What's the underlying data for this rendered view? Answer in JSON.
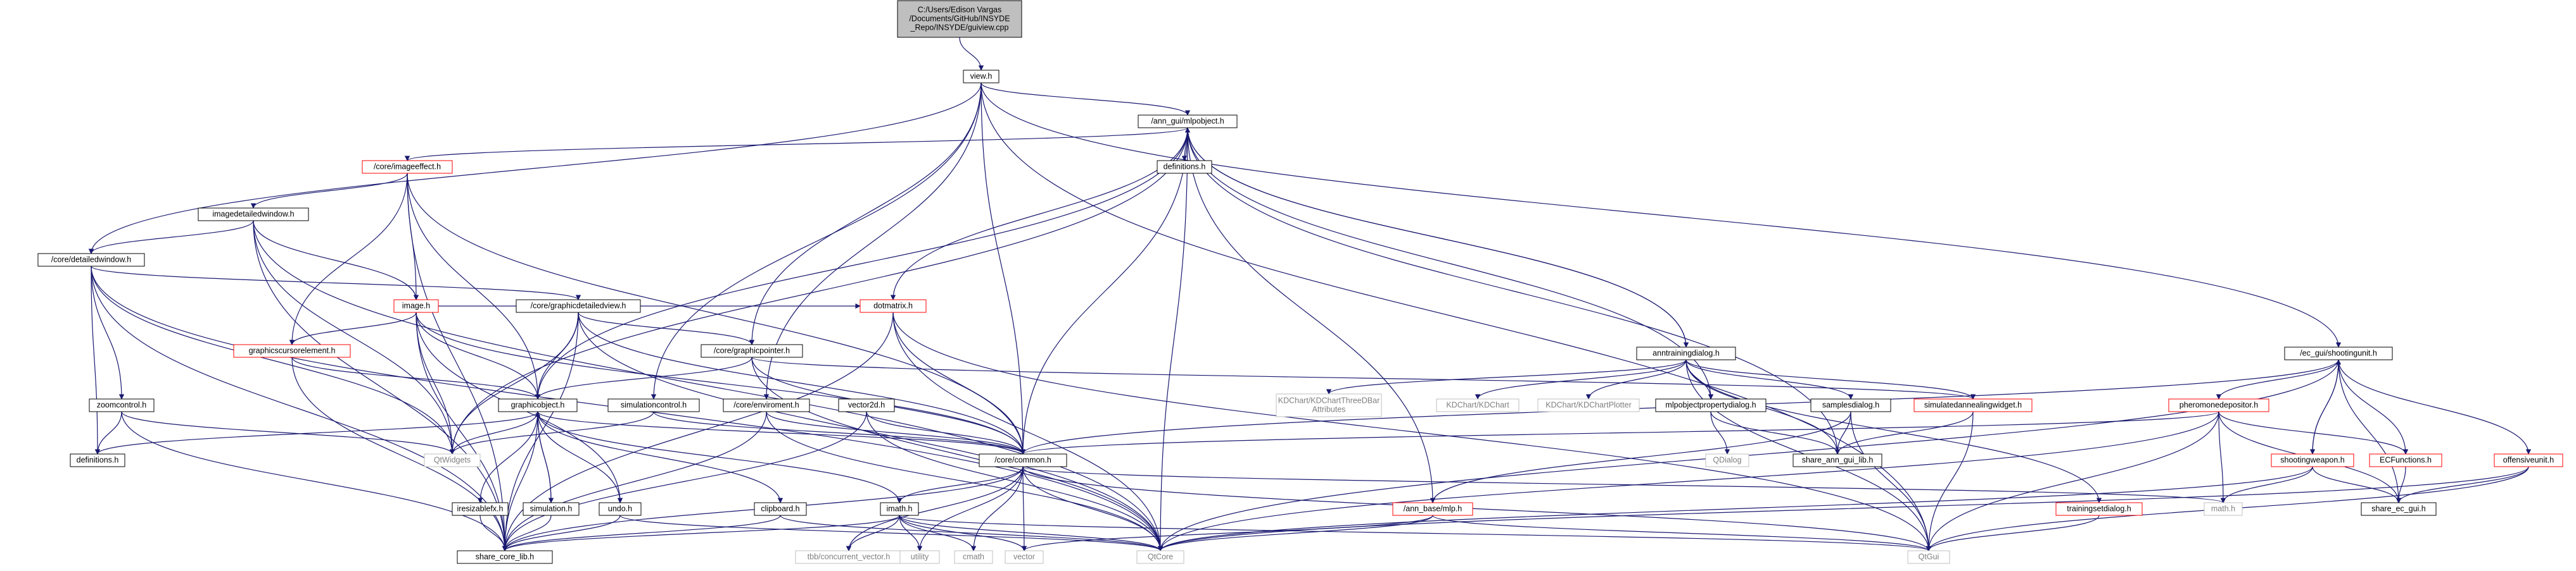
{
  "graph": {
    "colors": {
      "edge": "#191970",
      "normal_border": "#000000",
      "missing_border": "#ff0000",
      "system_border": "#bfbfbf",
      "system_text": "#7f7f7f",
      "root_fill": "#bfbfbf"
    },
    "nodes": [
      {
        "id": "root",
        "lines": [
          "C:/Users/Edison Vargas",
          "/Documents/GitHub/INSYDE",
          "_Repo/INSYDE/guiview.cpp"
        ],
        "kind": "root"
      },
      {
        "id": "viewh",
        "lines": [
          "view.h"
        ],
        "kind": "normal"
      },
      {
        "id": "mlpobject",
        "lines": [
          "/ann_gui/mlpobject.h"
        ],
        "kind": "normal"
      },
      {
        "id": "shootingunit",
        "lines": [
          "/ec_gui/shootingunit.h"
        ],
        "kind": "normal"
      },
      {
        "id": "imageeffect",
        "lines": [
          "/core/imageeffect.h"
        ],
        "kind": "missing"
      },
      {
        "id": "definitions1",
        "lines": [
          "definitions.h"
        ],
        "kind": "normal"
      },
      {
        "id": "imagedetailedwindow",
        "lines": [
          "imagedetailedwindow.h"
        ],
        "kind": "normal"
      },
      {
        "id": "detailedwindow",
        "lines": [
          "/core/detailedwindow.h"
        ],
        "kind": "normal"
      },
      {
        "id": "imageh",
        "lines": [
          "image.h"
        ],
        "kind": "missing"
      },
      {
        "id": "graphicdetailedview",
        "lines": [
          "/core/graphicdetailedview.h"
        ],
        "kind": "normal"
      },
      {
        "id": "graphicscursorelement",
        "lines": [
          "graphicscursorelement.h"
        ],
        "kind": "missing"
      },
      {
        "id": "graphicpointer",
        "lines": [
          "/core/graphicpointer.h"
        ],
        "kind": "normal"
      },
      {
        "id": "dotmatrix",
        "lines": [
          "dotmatrix.h"
        ],
        "kind": "missing"
      },
      {
        "id": "anntrainingdialog",
        "lines": [
          "anntrainingdialog.h"
        ],
        "kind": "normal"
      },
      {
        "id": "zoomcontrol",
        "lines": [
          "zoomcontrol.h"
        ],
        "kind": "normal"
      },
      {
        "id": "graphicobject",
        "lines": [
          "graphicobject.h"
        ],
        "kind": "normal"
      },
      {
        "id": "simulationcontrol",
        "lines": [
          "simulationcontrol.h"
        ],
        "kind": "normal"
      },
      {
        "id": "enviroment",
        "lines": [
          "/core/enviroment.h"
        ],
        "kind": "normal"
      },
      {
        "id": "vector2d",
        "lines": [
          "vector2d.h"
        ],
        "kind": "normal"
      },
      {
        "id": "kdchartbar",
        "lines": [
          "KDChart/KDChartThreeDBar",
          "Attributes"
        ],
        "kind": "system"
      },
      {
        "id": "kdchart",
        "lines": [
          "KDChart/KDChart"
        ],
        "kind": "system"
      },
      {
        "id": "kdchartplotter",
        "lines": [
          "KDChart/KDChartPlotter"
        ],
        "kind": "system"
      },
      {
        "id": "mlpobjectpropertydialog",
        "lines": [
          "mlpobjectpropertydialog.h"
        ],
        "kind": "normal"
      },
      {
        "id": "samplesdialog",
        "lines": [
          "samplesdialog.h"
        ],
        "kind": "normal"
      },
      {
        "id": "simulatedannealing",
        "lines": [
          "simulatedannealingwidget.h"
        ],
        "kind": "missing"
      },
      {
        "id": "pheromonedepositor",
        "lines": [
          "pheromonedepositor.h"
        ],
        "kind": "missing"
      },
      {
        "id": "definitions2",
        "lines": [
          "definitions.h"
        ],
        "kind": "normal"
      },
      {
        "id": "qtwidgets",
        "lines": [
          "QtWidgets"
        ],
        "kind": "system"
      },
      {
        "id": "corecommon",
        "lines": [
          "/core/common.h"
        ],
        "kind": "normal"
      },
      {
        "id": "qdialog",
        "lines": [
          "QDialog"
        ],
        "kind": "system"
      },
      {
        "id": "shareanngui",
        "lines": [
          "share_ann_gui_lib.h"
        ],
        "kind": "normal"
      },
      {
        "id": "shootingweapon",
        "lines": [
          "shootingweapon.h"
        ],
        "kind": "missing"
      },
      {
        "id": "ecfunctions",
        "lines": [
          "ECFunctions.h"
        ],
        "kind": "missing"
      },
      {
        "id": "offensiveunit",
        "lines": [
          "offensiveunit.h"
        ],
        "kind": "missing"
      },
      {
        "id": "iresizablefx",
        "lines": [
          "iresizablefx.h"
        ],
        "kind": "normal"
      },
      {
        "id": "simulationh",
        "lines": [
          "simulation.h"
        ],
        "kind": "normal"
      },
      {
        "id": "undoh",
        "lines": [
          "undo.h"
        ],
        "kind": "normal"
      },
      {
        "id": "clipboard",
        "lines": [
          "clipboard.h"
        ],
        "kind": "normal"
      },
      {
        "id": "imath",
        "lines": [
          "imath.h"
        ],
        "kind": "normal"
      },
      {
        "id": "annbasemlp",
        "lines": [
          "/ann_base/mlp.h"
        ],
        "kind": "missing"
      },
      {
        "id": "trainingsetdialog",
        "lines": [
          "trainingsetdialog.h"
        ],
        "kind": "missing"
      },
      {
        "id": "mathh",
        "lines": [
          "math.h"
        ],
        "kind": "system"
      },
      {
        "id": "shareecgui",
        "lines": [
          "share_ec_gui.h"
        ],
        "kind": "normal"
      },
      {
        "id": "sharecorelib",
        "lines": [
          "share_core_lib.h"
        ],
        "kind": "normal"
      },
      {
        "id": "tbbvector",
        "lines": [
          "tbb/concurrent_vector.h"
        ],
        "kind": "system"
      },
      {
        "id": "utility",
        "lines": [
          "utility"
        ],
        "kind": "system"
      },
      {
        "id": "cmath",
        "lines": [
          "cmath"
        ],
        "kind": "system"
      },
      {
        "id": "vector",
        "lines": [
          "vector"
        ],
        "kind": "system"
      },
      {
        "id": "qtcore",
        "lines": [
          "QtCore"
        ],
        "kind": "system"
      },
      {
        "id": "qtgui",
        "lines": [
          "QtGui"
        ],
        "kind": "system"
      }
    ],
    "edges": [
      [
        "root",
        "viewh"
      ],
      [
        "viewh",
        "mlpobject"
      ],
      [
        "viewh",
        "shootingunit"
      ],
      [
        "viewh",
        "detailedwindow"
      ],
      [
        "viewh",
        "graphicpointer"
      ],
      [
        "viewh",
        "corecommon"
      ],
      [
        "viewh",
        "simulationcontrol"
      ],
      [
        "viewh",
        "enviroment"
      ],
      [
        "viewh",
        "qtgui"
      ],
      [
        "mlpobject",
        "imageeffect"
      ],
      [
        "mlpobject",
        "definitions1"
      ],
      [
        "mlpobject",
        "dotmatrix"
      ],
      [
        "mlpobject",
        "anntrainingdialog"
      ],
      [
        "mlpobject",
        "graphicobject"
      ],
      [
        "mlpobject",
        "mlpobjectpropertydialog"
      ],
      [
        "mlpobject",
        "corecommon"
      ],
      [
        "mlpobject",
        "qtwidgets"
      ],
      [
        "mlpobject",
        "qtcore"
      ],
      [
        "mlpobject",
        "shareanngui"
      ],
      [
        "mlpobject",
        "annbasemlp"
      ],
      [
        "imageeffect",
        "imagedetailedwindow"
      ],
      [
        "imageeffect",
        "imageh"
      ],
      [
        "imageeffect",
        "graphicscursorelement"
      ],
      [
        "imageeffect",
        "graphicobject"
      ],
      [
        "imageeffect",
        "corecommon"
      ],
      [
        "imageeffect",
        "sharecorelib"
      ],
      [
        "imagedetailedwindow",
        "detailedwindow"
      ],
      [
        "imagedetailedwindow",
        "imageh"
      ],
      [
        "imagedetailedwindow",
        "qtwidgets"
      ],
      [
        "imagedetailedwindow",
        "sharecorelib"
      ],
      [
        "imagedetailedwindow",
        "qtcore"
      ],
      [
        "detailedwindow",
        "graphicdetailedview"
      ],
      [
        "detailedwindow",
        "zoomcontrol"
      ],
      [
        "detailedwindow",
        "definitions2"
      ],
      [
        "detailedwindow",
        "qtwidgets"
      ],
      [
        "detailedwindow",
        "sharecorelib"
      ],
      [
        "detailedwindow",
        "qtcore"
      ],
      [
        "imageh",
        "graphicscursorelement"
      ],
      [
        "imageh",
        "graphicobject"
      ],
      [
        "imageh",
        "dotmatrix"
      ],
      [
        "imageh",
        "qtwidgets"
      ],
      [
        "imageh",
        "sharecorelib"
      ],
      [
        "imageh",
        "corecommon"
      ],
      [
        "imageh",
        "undoh"
      ],
      [
        "graphicdetailedview",
        "graphicpointer"
      ],
      [
        "graphicdetailedview",
        "graphicobject"
      ],
      [
        "graphicdetailedview",
        "qtwidgets"
      ],
      [
        "graphicdetailedview",
        "sharecorelib"
      ],
      [
        "graphicdetailedview",
        "qtcore"
      ],
      [
        "graphicdetailedview",
        "corecommon"
      ],
      [
        "graphicscursorelement",
        "graphicobject"
      ],
      [
        "graphicscursorelement",
        "sharecorelib"
      ],
      [
        "graphicpointer",
        "graphicobject"
      ],
      [
        "graphicpointer",
        "corecommon"
      ],
      [
        "graphicpointer",
        "qtcore"
      ],
      [
        "graphicpointer",
        "simulatedannealing"
      ],
      [
        "dotmatrix",
        "corecommon"
      ],
      [
        "dotmatrix",
        "qtcore"
      ],
      [
        "dotmatrix",
        "qtgui"
      ],
      [
        "dotmatrix",
        "sharecorelib"
      ],
      [
        "anntrainingdialog",
        "kdchartbar"
      ],
      [
        "anntrainingdialog",
        "kdchart"
      ],
      [
        "anntrainingdialog",
        "kdchartplotter"
      ],
      [
        "anntrainingdialog",
        "mlpobjectpropertydialog"
      ],
      [
        "anntrainingdialog",
        "samplesdialog"
      ],
      [
        "anntrainingdialog",
        "simulatedannealing"
      ],
      [
        "anntrainingdialog",
        "trainingsetdialog"
      ],
      [
        "anntrainingdialog",
        "shareanngui"
      ],
      [
        "anntrainingdialog",
        "qtgui"
      ],
      [
        "anntrainingdialog",
        "mlpobject"
      ],
      [
        "zoomcontrol",
        "definitions2"
      ],
      [
        "zoomcontrol",
        "qtwidgets"
      ],
      [
        "zoomcontrol",
        "sharecorelib"
      ],
      [
        "graphicobject",
        "definitions2"
      ],
      [
        "graphicobject",
        "qtwidgets"
      ],
      [
        "graphicobject",
        "iresizablefx"
      ],
      [
        "graphicobject",
        "simulationh"
      ],
      [
        "graphicobject",
        "undoh"
      ],
      [
        "graphicobject",
        "clipboard"
      ],
      [
        "graphicobject",
        "imath"
      ],
      [
        "graphicobject",
        "sharecorelib"
      ],
      [
        "graphicobject",
        "corecommon"
      ],
      [
        "simulationcontrol",
        "qtwidgets"
      ],
      [
        "simulationcontrol",
        "corecommon"
      ],
      [
        "enviroment",
        "corecommon"
      ],
      [
        "enviroment",
        "sharecorelib"
      ],
      [
        "enviroment",
        "qtcore"
      ],
      [
        "vector2d",
        "corecommon"
      ],
      [
        "vector2d",
        "sharecorelib"
      ],
      [
        "vector2d",
        "qtcore"
      ],
      [
        "mlpobjectpropertydialog",
        "qdialog"
      ],
      [
        "mlpobjectpropertydialog",
        "shareanngui"
      ],
      [
        "samplesdialog",
        "shareanngui"
      ],
      [
        "samplesdialog",
        "qtgui"
      ],
      [
        "samplesdialog",
        "annbasemlp"
      ],
      [
        "simulatedannealing",
        "shareanngui"
      ],
      [
        "simulatedannealing",
        "qtgui"
      ],
      [
        "shootingunit",
        "pheromonedepositor"
      ],
      [
        "shootingunit",
        "shootingweapon"
      ],
      [
        "shootingunit",
        "ecfunctions"
      ],
      [
        "shootingunit",
        "offensiveunit"
      ],
      [
        "shootingunit",
        "shareecgui"
      ],
      [
        "shootingunit",
        "corecommon"
      ],
      [
        "shootingunit",
        "qtcore"
      ],
      [
        "pheromonedepositor",
        "ecfunctions"
      ],
      [
        "pheromonedepositor",
        "mathh"
      ],
      [
        "pheromonedepositor",
        "shareecgui"
      ],
      [
        "pheromonedepositor",
        "qtcore"
      ],
      [
        "pheromonedepositor",
        "qtgui"
      ],
      [
        "pheromonedepositor",
        "corecommon"
      ],
      [
        "shootingweapon",
        "shareecgui"
      ],
      [
        "shootingweapon",
        "mathh"
      ],
      [
        "shootingweapon",
        "qtcore"
      ],
      [
        "shootingweapon",
        "shootingunit"
      ],
      [
        "ecfunctions",
        "shareecgui"
      ],
      [
        "offensiveunit",
        "shareecgui"
      ],
      [
        "offensiveunit",
        "qtcore"
      ],
      [
        "offensiveunit",
        "qtgui"
      ],
      [
        "corecommon",
        "tbbvector"
      ],
      [
        "corecommon",
        "utility"
      ],
      [
        "corecommon",
        "cmath"
      ],
      [
        "corecommon",
        "vector"
      ],
      [
        "corecommon",
        "imath"
      ],
      [
        "corecommon",
        "mathh"
      ],
      [
        "corecommon",
        "qtcore"
      ],
      [
        "corecommon",
        "qtgui"
      ],
      [
        "corecommon",
        "sharecorelib"
      ],
      [
        "iresizablefx",
        "sharecorelib"
      ],
      [
        "simulationh",
        "sharecorelib"
      ],
      [
        "simulationh",
        "graphicobject"
      ],
      [
        "undoh",
        "sharecorelib"
      ],
      [
        "undoh",
        "qtcore"
      ],
      [
        "clipboard",
        "sharecorelib"
      ],
      [
        "clipboard",
        "qtcore"
      ],
      [
        "imath",
        "tbbvector"
      ],
      [
        "imath",
        "utility"
      ],
      [
        "imath",
        "cmath"
      ],
      [
        "imath",
        "vector"
      ],
      [
        "imath",
        "qtcore"
      ],
      [
        "imath",
        "qtgui"
      ],
      [
        "imath",
        "sharecorelib"
      ],
      [
        "annbasemlp",
        "vector"
      ],
      [
        "annbasemlp",
        "qtcore"
      ],
      [
        "annbasemlp",
        "qtgui"
      ],
      [
        "trainingsetdialog",
        "qtgui"
      ]
    ]
  }
}
